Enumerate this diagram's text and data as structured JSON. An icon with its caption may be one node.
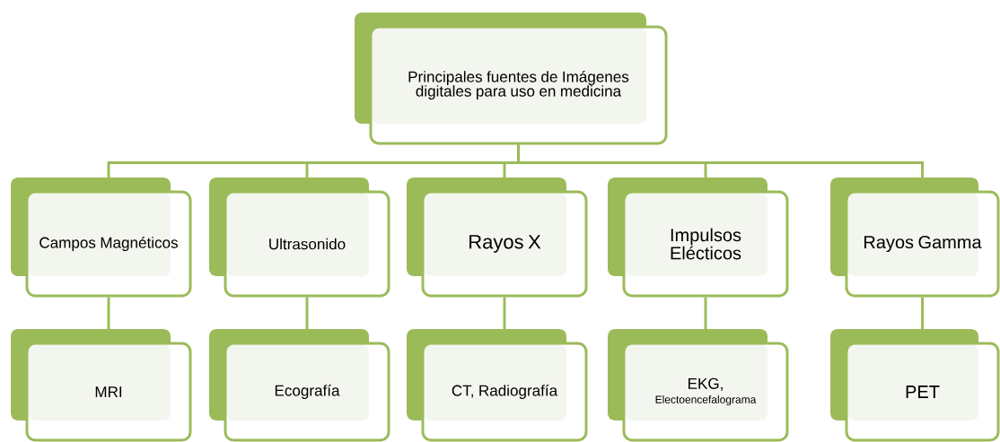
{
  "diagram": {
    "nodes": [
      {
        "text": [
          "Principales fuentes de Imágenes digitales para uso en medicina"
        ]
      },
      {
        "text": [
          "Campos Magnéticos"
        ]
      },
      {
        "text": [
          "Ultrasonido"
        ]
      },
      {
        "text": [
          "Rayos X"
        ]
      },
      {
        "text": [
          "Impulsos Elécticos"
        ]
      },
      {
        "text": [
          "Rayos Gamma"
        ]
      },
      {
        "text": [
          "MRI"
        ]
      },
      {
        "text": [
          "Ecografía"
        ]
      },
      {
        "text": [
          "CT, Radiografía"
        ]
      },
      {
        "text": [
          "EKG,",
          "Electoencefalograma"
        ]
      },
      {
        "text": [
          "PET"
        ]
      }
    ],
    "edges": [
      {
        "from": 0,
        "to": 1,
        "arrow": "none"
      },
      {
        "from": 0,
        "to": 2,
        "arrow": "none"
      },
      {
        "from": 0,
        "to": 3,
        "arrow": "none"
      },
      {
        "from": 0,
        "to": 4,
        "arrow": "none"
      },
      {
        "from": 0,
        "to": 5,
        "arrow": "none"
      },
      {
        "from": 1,
        "to": 6,
        "arrow": "none"
      },
      {
        "from": 2,
        "to": 7,
        "arrow": "none"
      },
      {
        "from": 3,
        "to": 8,
        "arrow": "none"
      },
      {
        "from": 4,
        "to": 9,
        "arrow": "none"
      },
      {
        "from": 5,
        "to": 10,
        "arrow": "none"
      }
    ]
  }
}
